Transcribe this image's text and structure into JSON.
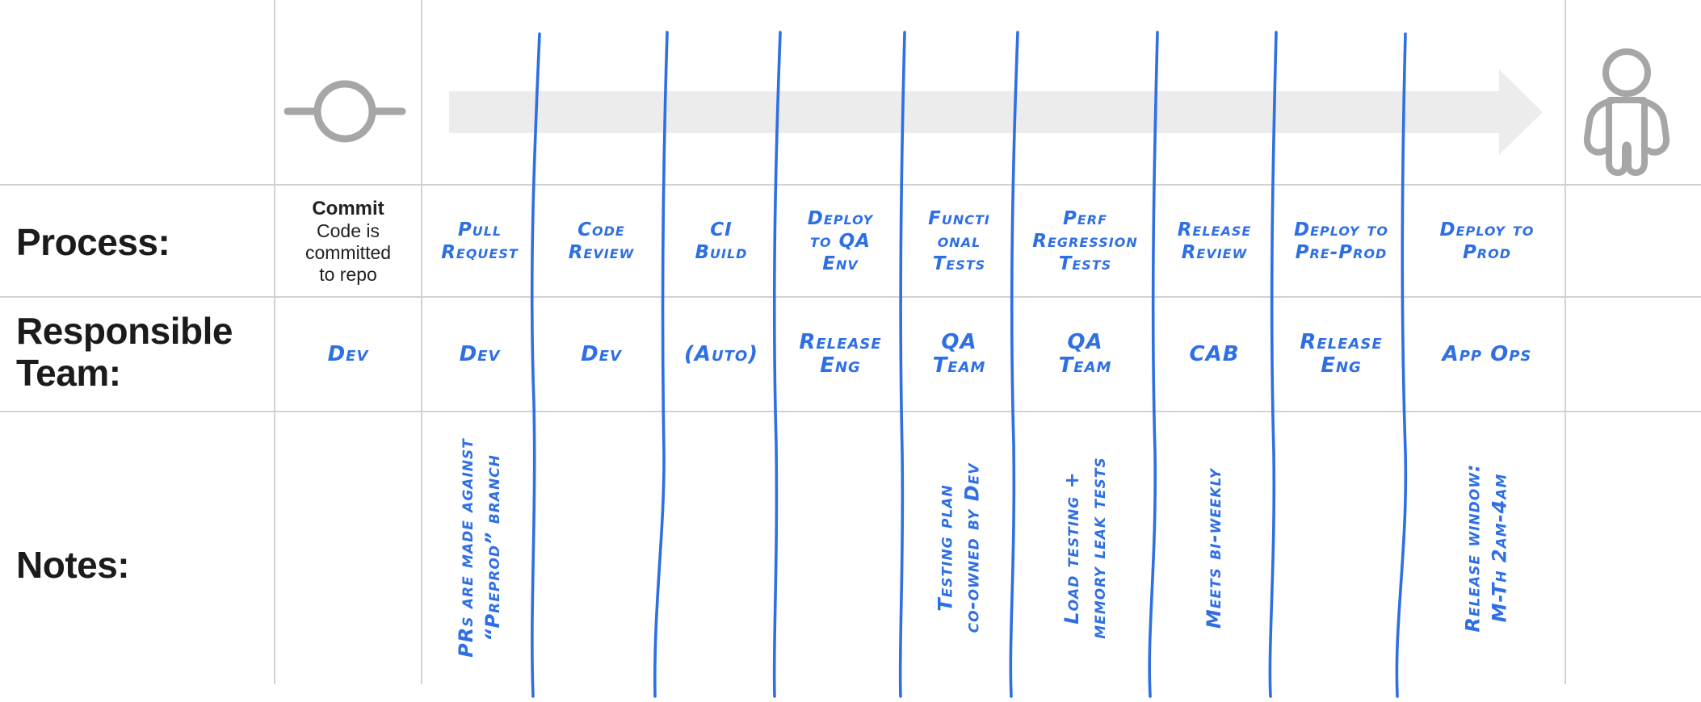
{
  "diagram": {
    "row_labels": {
      "process": "Process:",
      "team": "Responsible\nTeam:",
      "notes": "Notes:"
    },
    "commit_step": {
      "title": "Commit",
      "description": "Code is\ncommitted\nto repo",
      "team": "Dev"
    },
    "steps": [
      {
        "process": "Pull\nRequest",
        "team": "Dev",
        "note": "PRs are made against\n“Preprod” branch"
      },
      {
        "process": "Code\nReview",
        "team": "Dev",
        "note": ""
      },
      {
        "process": "CI\nBuild",
        "team": "(Auto)",
        "note": ""
      },
      {
        "process": "Deploy\nto QA\nEnv",
        "team": "Release\nEng",
        "note": ""
      },
      {
        "process": "Functi\nonal\nTests",
        "team": "QA\nTeam",
        "note": "Testing plan\nco-owned by Dev"
      },
      {
        "process": "Perf\nRegression\nTests",
        "team": "QA\nTeam",
        "note": "Load testing +\nmemory leak tests"
      },
      {
        "process": "Release\nReview",
        "team": "CAB",
        "note": "Meets bi-weekly"
      },
      {
        "process": "Deploy to\nPre-Prod",
        "team": "Release\nEng",
        "note": ""
      },
      {
        "process": "Deploy to\nProd",
        "team": "App Ops",
        "note": "Release window:\nM-Th 2am-4am"
      }
    ],
    "icons": {
      "start": "commit-icon",
      "flow": "flow-arrow-icon",
      "end": "person-icon"
    },
    "colors": {
      "ink_blue": "#2E6FE3",
      "grid_gray": "#D2D2D2",
      "icon_gray": "#A6A6A6",
      "arrow_gray": "#ECECEC",
      "text_black": "#202124"
    }
  }
}
